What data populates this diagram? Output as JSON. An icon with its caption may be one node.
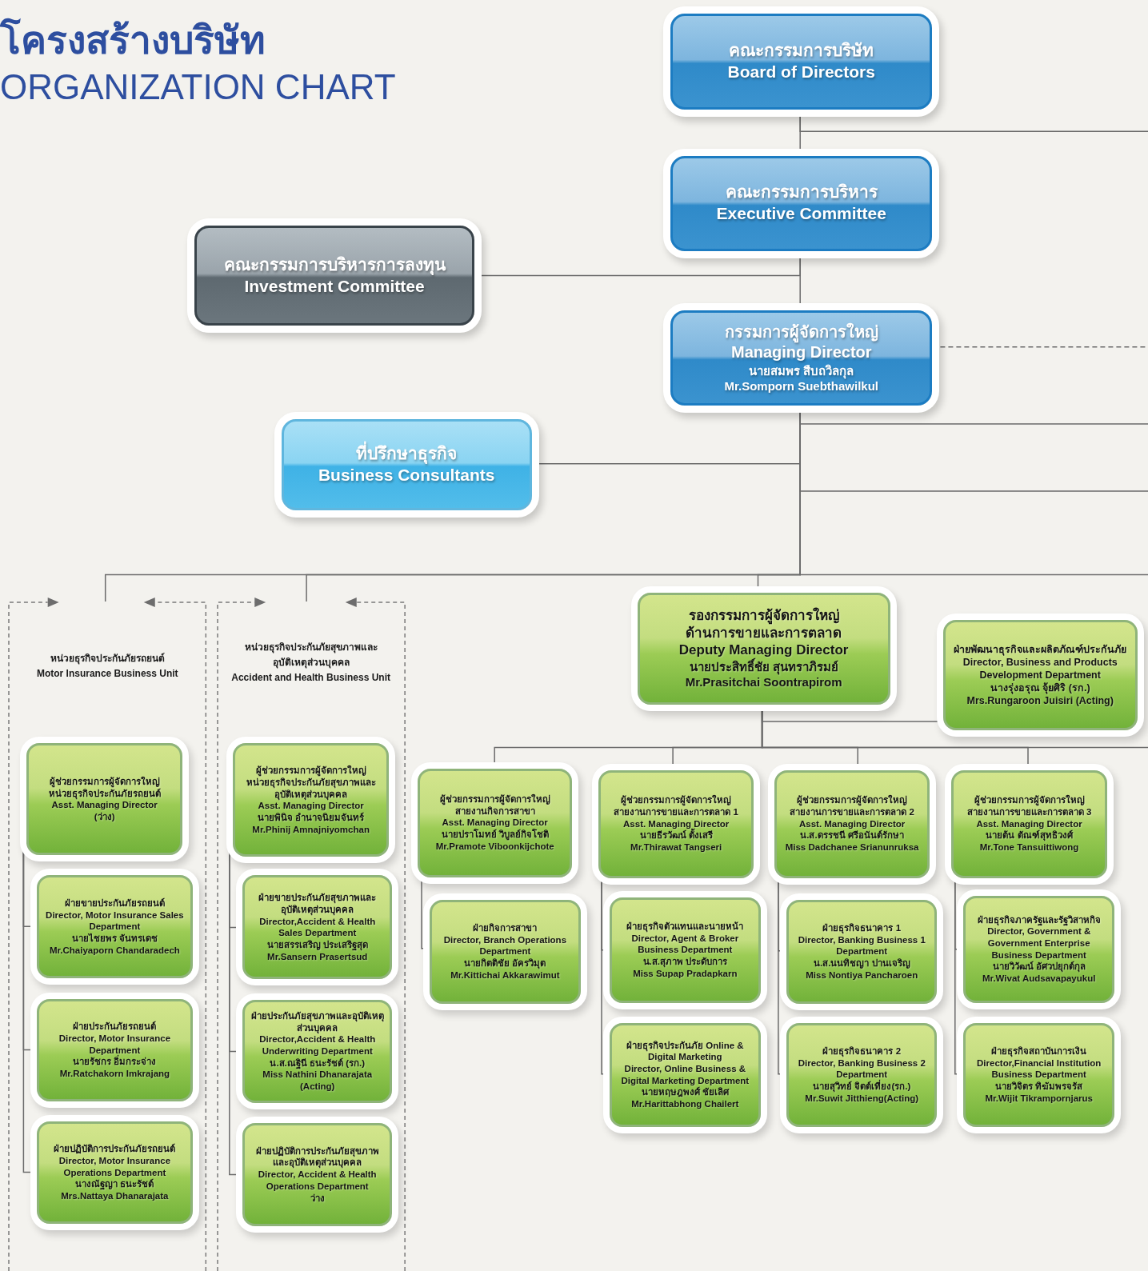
{
  "diagram": {
    "title": "โครงสร้างบริษัท",
    "nodes": [
      {
        "text": [
          "คณะกรรมการบริษัท",
          "Board of Directors"
        ]
      },
      {
        "text": [
          "คณะกรรมการบริหาร",
          "Executive Committee"
        ]
      },
      {
        "text": [
          "คณะกรรมการบริหารการลงทุน",
          "Investment Committee"
        ]
      },
      {
        "text": [
          "กรรมการผู้จัดการใหญ่",
          "Managing Director",
          "นายสมพร สืบถวิลกุล",
          "Mr.Somporn Suebthawilkul"
        ]
      },
      {
        "text": [
          "ที่ปรึกษาธุรกิจ",
          "Business Consultants"
        ]
      },
      {
        "text": [
          "หน่วยธุรกิจประกันภัยรถยนต์",
          "Motor Insurance Business Unit"
        ]
      },
      {
        "text": [
          "ผู้ช่วยกรรมการผู้จัดการใหญ่",
          "หน่วยธุรกิจประกันภัยรถยนต์",
          "Asst. Managing Director",
          "(ว่าง)"
        ],
        "in": 5
      },
      {
        "text": [
          "ฝ่ายขายประกันภัยรถยนต์",
          "Director, Motor Insurance Sales Department",
          "นายไชยพร จันทรเดช",
          "Mr.Chaiyaporn Chandaradech"
        ],
        "in": 5
      },
      {
        "text": [
          "ฝ่ายประกันภัยรถยนต์",
          "Director, Motor Insurance Department",
          "นายรัชกร อิ่มกระจ่าง",
          "Mr.Ratchakorn Imkrajang"
        ],
        "in": 5
      },
      {
        "text": [
          "ฝ่ายปฏิบัติการประกันภัยรถยนต์",
          "Director, Motor Insurance Operations Department",
          "นางณัฐญา ธนะรัชต์",
          "Mrs.Nattaya Dhanarajata"
        ],
        "in": 5
      },
      {
        "text": [
          "หน่วยธุรกิจประกันภัยสุขภาพและอุบัติเหตุส่วนบุคคล",
          "Accident and Health Business Unit"
        ]
      },
      {
        "text": [
          "ผู้ช่วยกรรมการผู้จัดการใหญ่",
          "หน่วยธุรกิจประกันภัยสุขภาพและอุบัติเหตุส่วนบุคคล",
          "Asst. Managing Director",
          "นายพินิจ อำนาจนิยมจันทร์",
          "Mr.Phinij Amnajniyomchan"
        ],
        "in": 10
      },
      {
        "text": [
          "ฝ่ายขายประกันภัยสุขภาพและอุบัติเหตุส่วนบุคคล",
          "Director,Accident & Health Sales Department",
          "นายสรรเสริญ ประเสริฐสุด",
          "Mr.Sansern Prasertsud"
        ],
        "in": 10
      },
      {
        "text": [
          "ฝ่ายประกันภัยสุขภาพและอุบัติเหตุส่วนบุคคล",
          "Director,Accident & Health Underwriting Department",
          "น.ส.ณฐินี ธนะรัชต์ (รก.)",
          "Miss Nathini Dhanarajata (Acting)"
        ],
        "in": 10
      },
      {
        "text": [
          "ฝ่ายปฏิบัติการประกันภัยสุขภาพและอุบัติเหตุส่วนบุคคล",
          "Director, Accident & Health Operations Department",
          "ว่าง"
        ],
        "in": 10
      },
      {
        "text": [
          "รองกรรมการผู้จัดการใหญ่",
          "ด้านการขายและการตลาด",
          "Deputy Managing Director",
          "นายประสิทธิ์ชัย สุนทราภิรมย์",
          "Mr.Prasitchai Soontrapirom"
        ]
      },
      {
        "text": [
          "ฝ่ายพัฒนาธุรกิจและผลิตภัณฑ์ประกันภัย",
          "Director, Business and Products Development Department",
          "นางรุ่งอรุณ จุ้ยศิริ (รก.)",
          "Mrs.Rungaroon Juisiri (Acting)"
        ]
      },
      {
        "text": [
          "ผู้ช่วยกรรมการผู้จัดการใหญ่",
          "สายงานกิจการสาขา",
          "Asst. Managing Director",
          "นายปราโมทย์ วิบูลย์กิจโชติ",
          "Mr.Pramote Viboonkijchote"
        ]
      },
      {
        "text": [
          "ฝ่ายกิจการสาขา",
          "Director, Branch Operations Department",
          "นายกิตติชัย อัครวิมุต",
          "Mr.Kittichai Akkarawimut"
        ]
      },
      {
        "text": [
          "ผู้ช่วยกรรมการผู้จัดการใหญ่",
          "สายงานการขายและการตลาด 1",
          "Asst. Managing Director",
          "นายธีรวัฒน์ ตั้งเสรี",
          "Mr.Thirawat Tangseri"
        ]
      },
      {
        "text": [
          "ฝ่ายธุรกิจตัวแทนและนายหน้า",
          "Director, Agent & Broker Business Department",
          "น.ส.สุภาพ ประดับการ",
          "Miss Supap Pradapkarn"
        ]
      },
      {
        "text": [
          "ฝ่ายธุรกิจประกันภัย Online & Digital Marketing",
          "Director, Online Business & Digital Marketing Department",
          "นายหฤษฎพงศ์ ชัยเลิศ",
          "Mr.Harittabhong Chailert"
        ]
      },
      {
        "text": [
          "ผู้ช่วยกรรมการผู้จัดการใหญ่",
          "สายงานการขายและการตลาด 2",
          "Asst. Managing Director",
          "น.ส.ดรรชนี ศรีอนันต์รักษา",
          "Miss Dadchanee Srianunruksa"
        ]
      },
      {
        "text": [
          "ฝ่ายธุรกิจธนาคาร 1",
          "Director, Banking Business 1 Department",
          "น.ส.นนทิชญา ปานเจริญ",
          "Miss Nontiya Pancharoen"
        ]
      },
      {
        "text": [
          "ฝ่ายธุรกิจธนาคาร 2",
          "Director, Banking Business 2 Department",
          "นายสุวิทย์ จิตต์เที่ยง(รก.)",
          "Mr.Suwit Jitthieng(Acting)"
        ]
      },
      {
        "text": [
          "ผู้ช่วยกรรมการผู้จัดการใหญ่",
          "สายงานการขายและการตลาด 3",
          "Asst. Managing Director",
          "นายต้น ตัณฑ์สุทธิวงศ์",
          "Mr.Tone Tansuittiwong"
        ]
      },
      {
        "text": [
          "ฝ่ายธุรกิจภาครัฐและรัฐวิสาหกิจ",
          "Director, Government & Government Enterprise Business Department",
          "นายวิวัฒน์ อัศวปยุกต์กุล",
          "Mr.Wivat Audsavapayukul"
        ]
      },
      {
        "text": [
          "ฝ่ายธุรกิจสถาบันการเงิน",
          "Director,Financial Institution Business Department",
          "นายวิจิตร ทิฆัมพรจรัส",
          "Mr.Wijit Tikrampornjarus"
        ]
      }
    ],
    "edges": [
      {
        "from": 0,
        "to": 1,
        "arrow": "none"
      },
      {
        "from": 0,
        "to": null,
        "arrow": "none"
      },
      {
        "from": 1,
        "to": 3,
        "arrow": "none"
      },
      {
        "from": 1,
        "to": 2,
        "arrow": "none"
      },
      {
        "from": 3,
        "to": null,
        "arrow": "none",
        "style": "dashed"
      },
      {
        "from": 3,
        "to": 4,
        "arrow": "none"
      },
      {
        "from": 3,
        "to": null,
        "arrow": "none"
      },
      {
        "from": 3,
        "to": null,
        "arrow": "none"
      },
      {
        "from": 3,
        "to": 5,
        "arrow": "none"
      },
      {
        "from": 3,
        "to": 10,
        "arrow": "none"
      },
      {
        "from": 3,
        "to": 15,
        "arrow": "none"
      },
      {
        "from": 3,
        "to": null,
        "arrow": "none"
      },
      {
        "from": 6,
        "to": 7,
        "arrow": "none"
      },
      {
        "from": 6,
        "to": 8,
        "arrow": "none"
      },
      {
        "from": 6,
        "to": 9,
        "arrow": "none"
      },
      {
        "from": 11,
        "to": 12,
        "arrow": "none"
      },
      {
        "from": 11,
        "to": 13,
        "arrow": "none"
      },
      {
        "from": 11,
        "to": 14,
        "arrow": "none"
      },
      {
        "from": 15,
        "to": 16,
        "arrow": "none"
      },
      {
        "from": 15,
        "to": 17,
        "arrow": "none"
      },
      {
        "from": 15,
        "to": 19,
        "arrow": "none"
      },
      {
        "from": 15,
        "to": 22,
        "arrow": "none"
      },
      {
        "from": 15,
        "to": 25,
        "arrow": "none"
      },
      {
        "from": 15,
        "to": null,
        "arrow": "none"
      },
      {
        "from": 17,
        "to": 18,
        "arrow": "none"
      },
      {
        "from": 19,
        "to": 20,
        "arrow": "none"
      },
      {
        "from": 19,
        "to": 21,
        "arrow": "none"
      },
      {
        "from": 22,
        "to": 23,
        "arrow": "none"
      },
      {
        "from": 22,
        "to": 24,
        "arrow": "none"
      },
      {
        "from": 25,
        "to": 26,
        "arrow": "none"
      },
      {
        "from": 25,
        "to": 27,
        "arrow": "none"
      }
    ],
    "labels": [
      "ORGANIZATION CHART"
    ]
  }
}
